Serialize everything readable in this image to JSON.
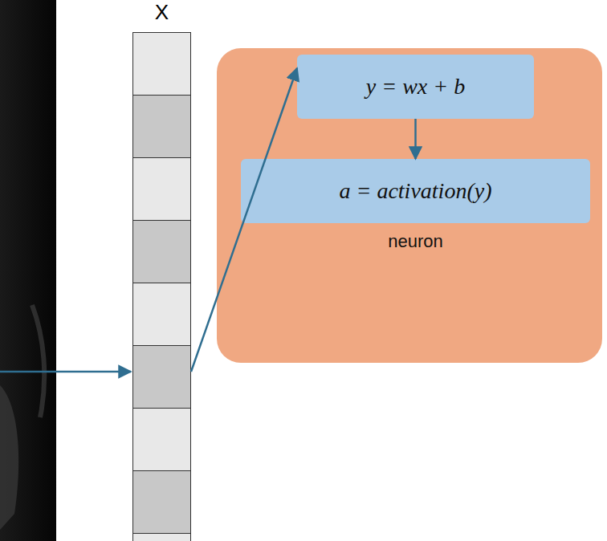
{
  "diagram": {
    "nodes": [
      {
        "text": [
          "X"
        ]
      },
      {
        "text": [
          "neuron"
        ]
      },
      {
        "text": [
          "y = wx + b"
        ],
        "in": 1
      },
      {
        "text": [
          "a = activation(y)"
        ],
        "in": 1
      }
    ],
    "edges": [
      {
        "from": 0,
        "to": 2,
        "arrow": "to"
      },
      {
        "from": 2,
        "to": 3,
        "arrow": "to"
      }
    ]
  }
}
